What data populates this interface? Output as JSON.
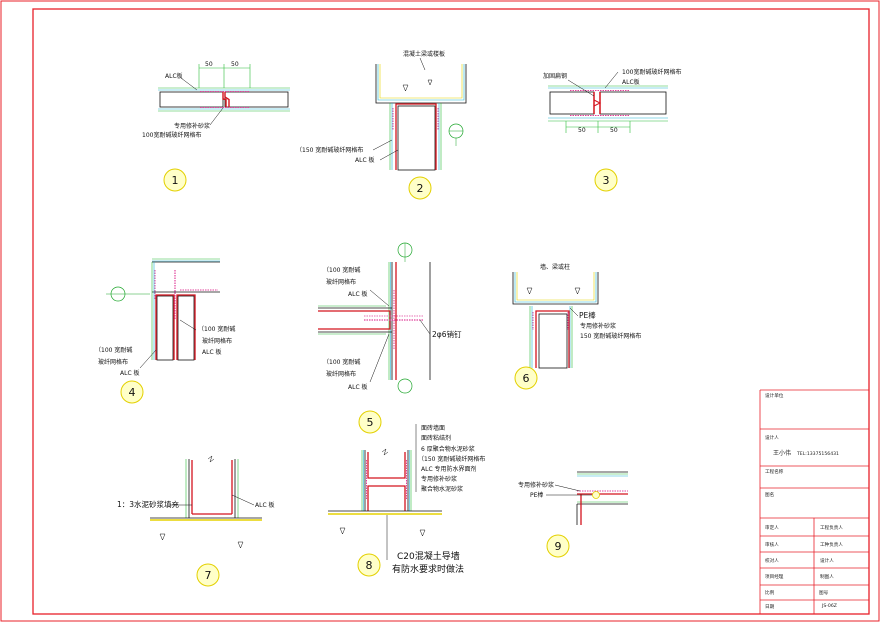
{
  "colors": {
    "frame": "#e8202a",
    "outline": "#111111",
    "panel_edge": "#d4141e",
    "rebar": "#e0409a",
    "mesh_green": "#2dbd3a",
    "mesh_cyan": "#21b6d6",
    "mesh_yellow": "#e6d200",
    "bubble_fill": "#ffffc8",
    "bubble_stroke": "#e3d000",
    "axis_green": "#1fa62d"
  },
  "details": {
    "d1": {
      "number": "1",
      "alc_label": "ALC板",
      "dim_left": "50",
      "dim_right": "50",
      "mortar_label": "专用修补砂浆",
      "mesh_label": "100宽耐碱玻纤网格布"
    },
    "d2": {
      "number": "2",
      "beam_label": "混凝土梁或楼板",
      "mesh_label": "（150 宽耐碱玻纤网格布",
      "alc_label": "ALC 板"
    },
    "d3": {
      "number": "3",
      "nail_label": "加固扁钢",
      "mesh_label": "100宽耐碱玻纤网格布",
      "alc_label": "ALC板",
      "dim_left": "50",
      "dim_right": "50"
    },
    "d4": {
      "number": "4",
      "right_mesh_1": "（100 宽耐碱",
      "right_mesh_2": "玻纤网格布",
      "right_alc": "ALC 板",
      "left_mesh_1": "（100 宽耐碱",
      "left_mesh_2": "玻纤网格布",
      "left_alc": "ALC 板"
    },
    "d5": {
      "number": "5",
      "top_mesh_1": "（100 宽耐碱",
      "top_mesh_2": "玻纤网格布",
      "top_alc": "ALC 板",
      "bottom_mesh_1": "（100 宽耐碱",
      "bottom_mesh_2": "玻纤网格布",
      "bottom_alc": "ALC 板",
      "nail_label": "2φ6销钉"
    },
    "d6": {
      "number": "6",
      "beam_label": "墙、梁或柱",
      "pe_label": "PE棒",
      "mortar_label": "专用修补砂浆",
      "mesh_label": "150 宽耐碱玻纤网格布"
    },
    "d7": {
      "number": "7",
      "mortar_label": "1：3水泥砂浆填充",
      "alc_label": "ALC 板"
    },
    "d8": {
      "number": "8",
      "layers": [
        "面砖墙面",
        "面砖粘结剂",
        "6 厚聚合物水泥砂浆",
        "（150 宽耐碱玻纤网格布",
        "ALC 专用防水界面剂",
        "专用修补砂浆",
        "聚合物水泥砂浆"
      ],
      "curb_label_1": "C20混凝土导墙",
      "curb_label_2": "有防水要求时做法"
    },
    "d9": {
      "number": "9",
      "mortar_label": "专用修补砂浆",
      "pe_label": "PE棒"
    }
  },
  "title_block": {
    "design_unit": "设计单位",
    "designer_label": "设计人",
    "designer_name": "王小伟",
    "designer_tel": "TEL:13375156431",
    "project_name_label": "工程名称",
    "drawing_name_label": "图名",
    "rows": [
      {
        "left": "审定人",
        "right": "工程负责人"
      },
      {
        "left": "审核人",
        "right": "工种负责人"
      },
      {
        "left": "校对人",
        "right": "设计人"
      },
      {
        "left": "项目经理",
        "right": "制图人"
      }
    ],
    "scale_label": "比例",
    "sheet_no_label": "图号",
    "sheet_no_value": "JS-06Z",
    "date_label": "日期"
  }
}
